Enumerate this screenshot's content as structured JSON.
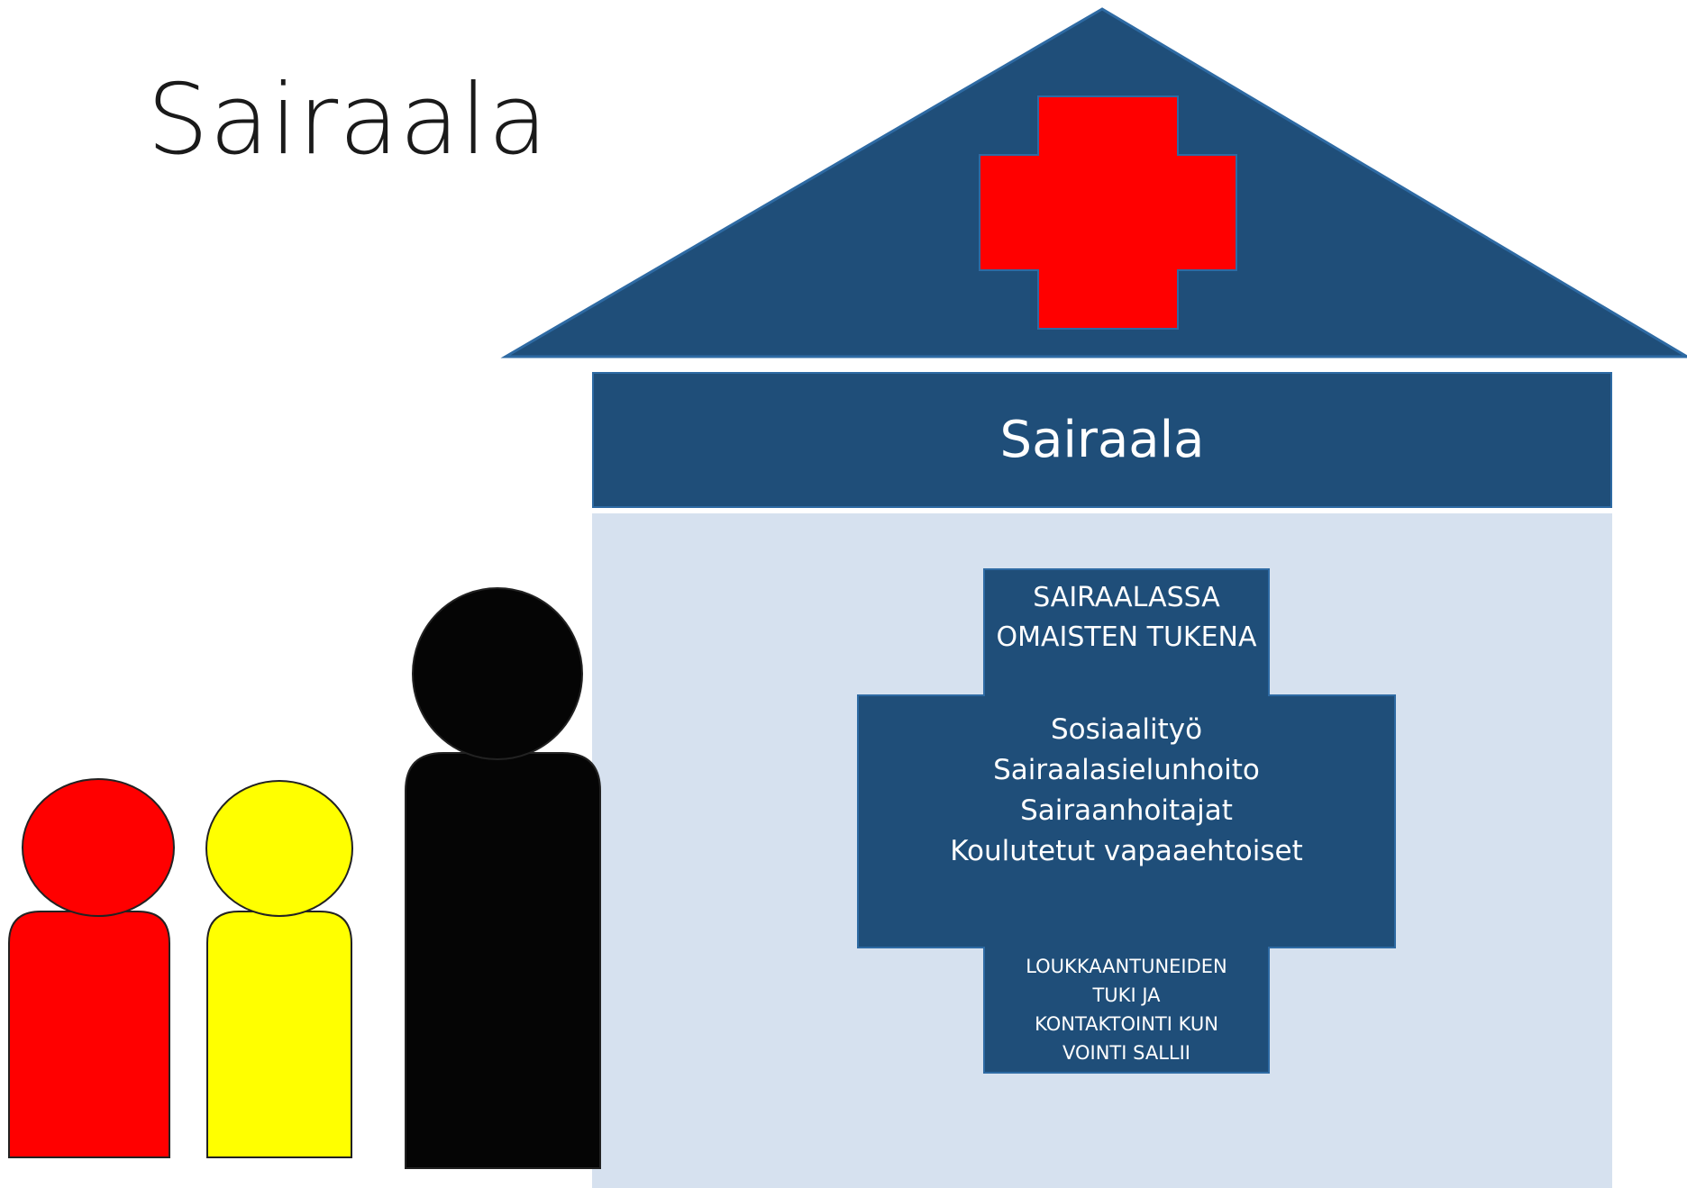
{
  "slide": {
    "title": "Sairaala"
  },
  "hospital": {
    "banner_label": "Sairaala",
    "cross": {
      "top_lines": [
        "SAIRAALASSA",
        "OMAISTEN TUKENA"
      ],
      "middle_lines": [
        "Sosiaalityö",
        "Sairaalasielunhoito",
        "Sairaanhoitajat",
        "Koulutetut vapaaehtoiset"
      ],
      "bottom_lines": [
        "LOUKKAANTUNEIDEN",
        "TUKI JA",
        "KONTAKTOINTI KUN",
        "VOINTI SALLII"
      ]
    }
  },
  "colors": {
    "roof": "#1f4e79",
    "banner": "#1f4e79",
    "building_body": "#d6e1ef",
    "red_cross": "#ff0000",
    "person_red": "#ff0000",
    "person_yellow": "#ffff00",
    "person_black": "#050505"
  },
  "people": [
    {
      "name": "person-red",
      "color": "#ff0000"
    },
    {
      "name": "person-yellow",
      "color": "#ffff00"
    },
    {
      "name": "person-black",
      "color": "#050505"
    }
  ]
}
